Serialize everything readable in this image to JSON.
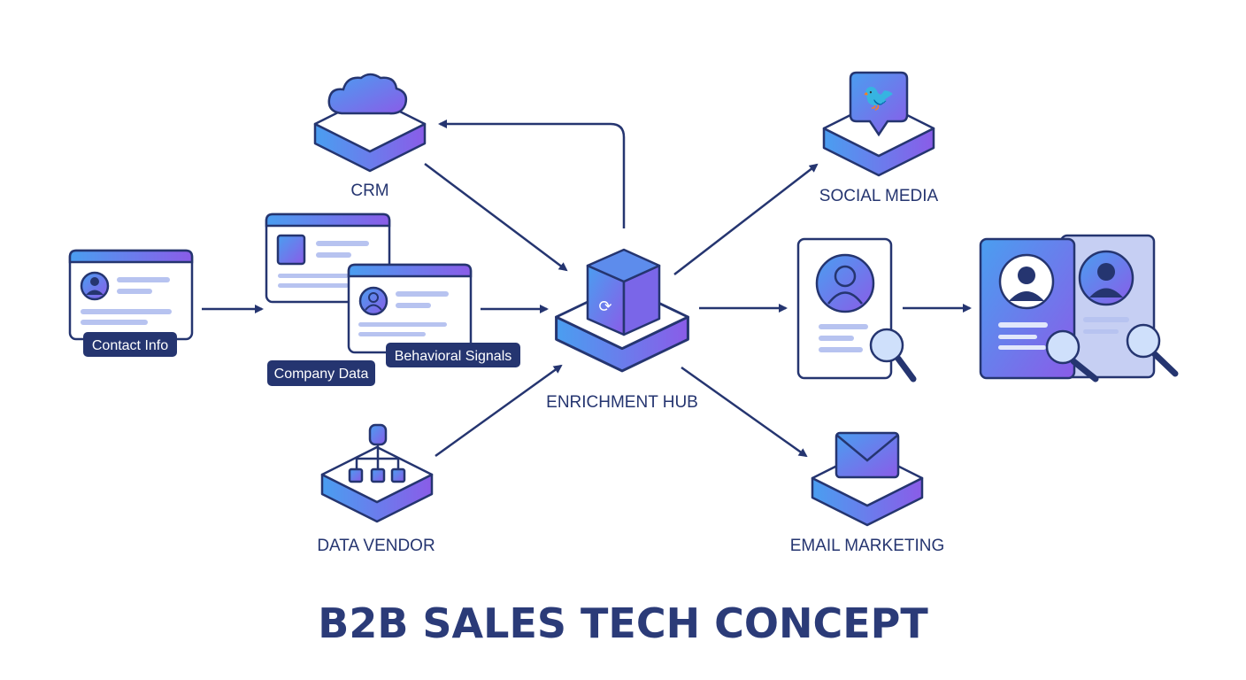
{
  "title": "B2B SALES TECH CONCEPT",
  "sources": {
    "contact_info": "Contact Info",
    "company_data": "Company Data",
    "behavioral_signals": "Behavioral Signals"
  },
  "nodes": {
    "crm": "CRM",
    "hub": "ENRICHMENT HUB",
    "data_vendor": "DATA VENDOR",
    "social_media": "SOCIAL MEDIA",
    "email_marketing": "EMAIL MARKETING"
  },
  "colors": {
    "navy": "#253570",
    "gradient_start": "#4a9ef0",
    "gradient_end": "#8a5ce8"
  },
  "icons": [
    "cloud-icon",
    "cube-icon",
    "refresh-icon",
    "database-tree-icon",
    "twitter-bird-icon",
    "envelope-icon",
    "user-avatar-icon",
    "magnifier-icon"
  ]
}
